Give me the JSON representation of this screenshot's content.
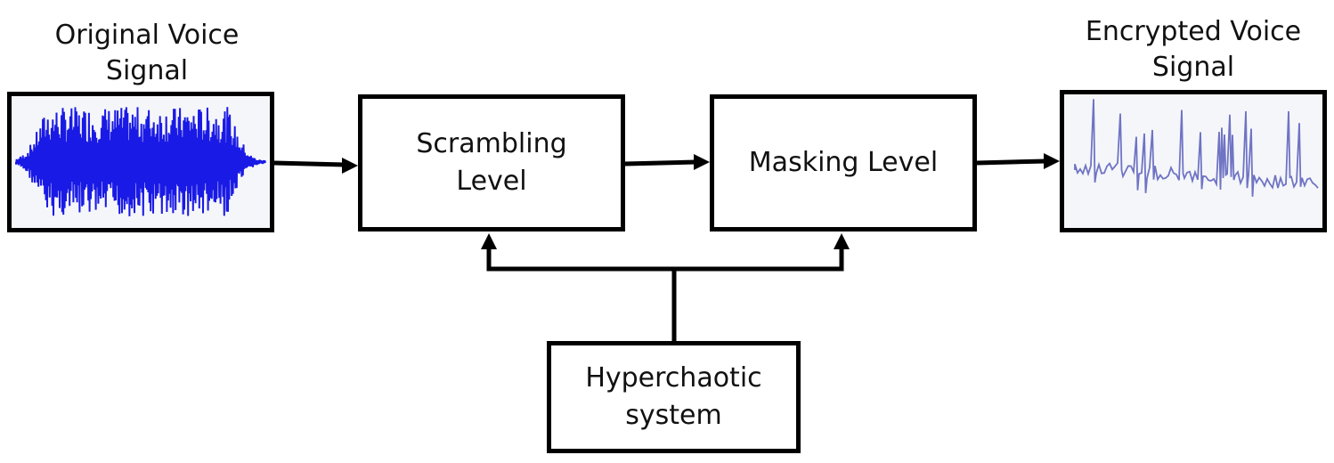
{
  "input": {
    "caption": "Original Voice\nSignal"
  },
  "output": {
    "caption": "Encrypted Voice\nSignal"
  },
  "blocks": {
    "scrambling": "Scrambling\nLevel",
    "masking": "Masking Level",
    "hyperchaotic": "Hyperchaotic\nsystem"
  },
  "colors": {
    "original_waveform": "#1a1ae6",
    "encrypted_waveform": "#6f74c4",
    "lines": "#000000"
  }
}
